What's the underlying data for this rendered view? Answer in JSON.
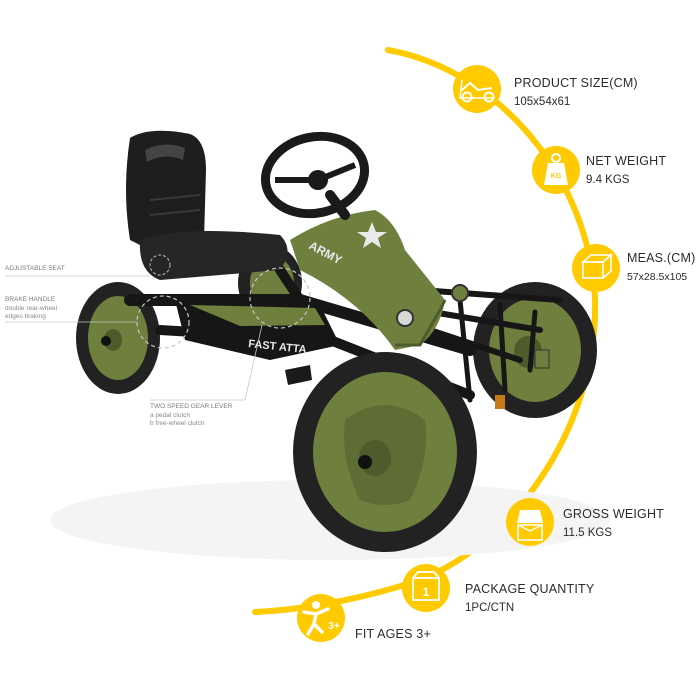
{
  "colors": {
    "accent": "#FFCB00",
    "kart_green": "#6E7F3E",
    "kart_dark": "#4E5C2C",
    "seat_black": "#1E1E1E",
    "tire_black": "#222222",
    "frame_black": "#161616",
    "text": "#2B2B2B",
    "callout_text": "#8A8A8A"
  },
  "specs": {
    "product_size": {
      "title": "PRODUCT SIZE(CM)",
      "value": "105x54x61",
      "icon": "go-kart-icon"
    },
    "net_weight": {
      "title": "NET WEIGHT",
      "value": "9.4 KGS",
      "icon": "weight-kg-icon",
      "icon_text": "KG"
    },
    "meas": {
      "title": "MEAS.(CM)",
      "value": "57x28.5x105",
      "icon": "carton-box-icon"
    },
    "gross_weight": {
      "title": "GROSS WEIGHT",
      "value": "11.5 KGS",
      "icon": "gross-weight-box-icon"
    },
    "package_quantity": {
      "title": "PACKAGE QUANTITY",
      "value": "1PC/CTN",
      "icon": "package-icon",
      "icon_text": "1"
    },
    "fit_ages": {
      "title": "FIT AGES 3+",
      "icon": "child-age-icon",
      "icon_text": "3+"
    }
  },
  "callouts": {
    "adjustable_seat": "ADJUSTABLE SEAT",
    "brake_handle": {
      "title": "BRAKE HANDLE",
      "line1": "double rear-wheel",
      "line2": "edges braking"
    },
    "gear_lever": {
      "title": "TWO SPEED GEAR LEVER",
      "line1": "a pedal clutch",
      "line2": "b free-wheel clutch"
    }
  },
  "kart": {
    "hood_text": "ARMY",
    "side_text": "FAST ATTA"
  }
}
